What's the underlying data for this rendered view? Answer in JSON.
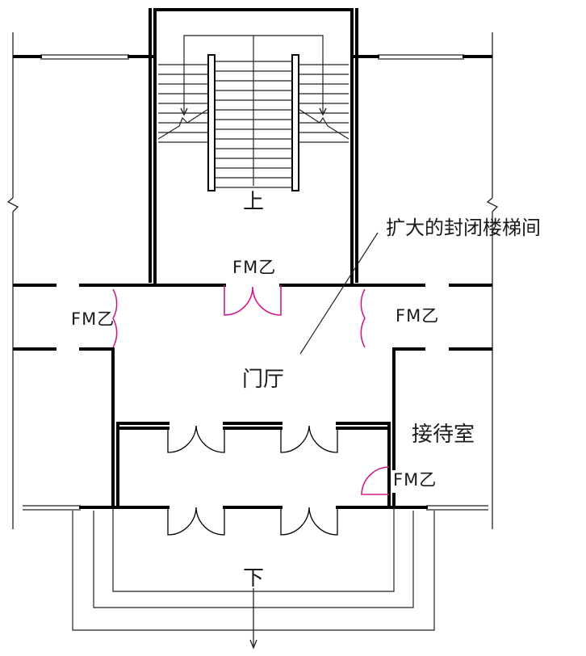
{
  "labels": {
    "up": "上",
    "down": "下",
    "lobby": "门厅",
    "reception": "接待室",
    "stair_note": "扩大的封闭楼梯间",
    "door_top": "FM乙",
    "door_left": "FM乙",
    "door_right": "FM乙",
    "door_reception": "FM乙"
  },
  "colors": {
    "wall": "#000000",
    "door_fire": "#d01a8c",
    "door_normal": "#000000",
    "thin_line": "#222222"
  }
}
